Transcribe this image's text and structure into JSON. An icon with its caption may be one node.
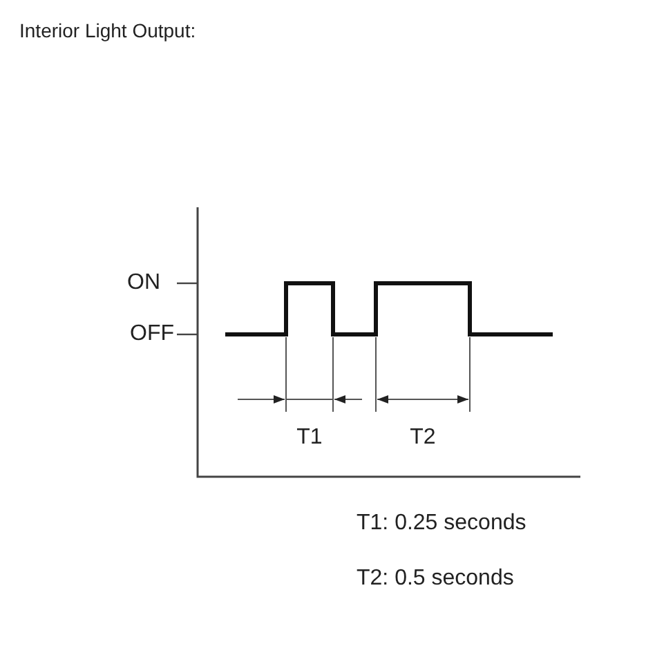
{
  "diagram": {
    "title": "Interior Light Output:",
    "labels": [
      "ON",
      "OFF",
      "T1",
      "T2",
      "T1: 0.25 seconds",
      "T2: 0.5 seconds"
    ]
  }
}
